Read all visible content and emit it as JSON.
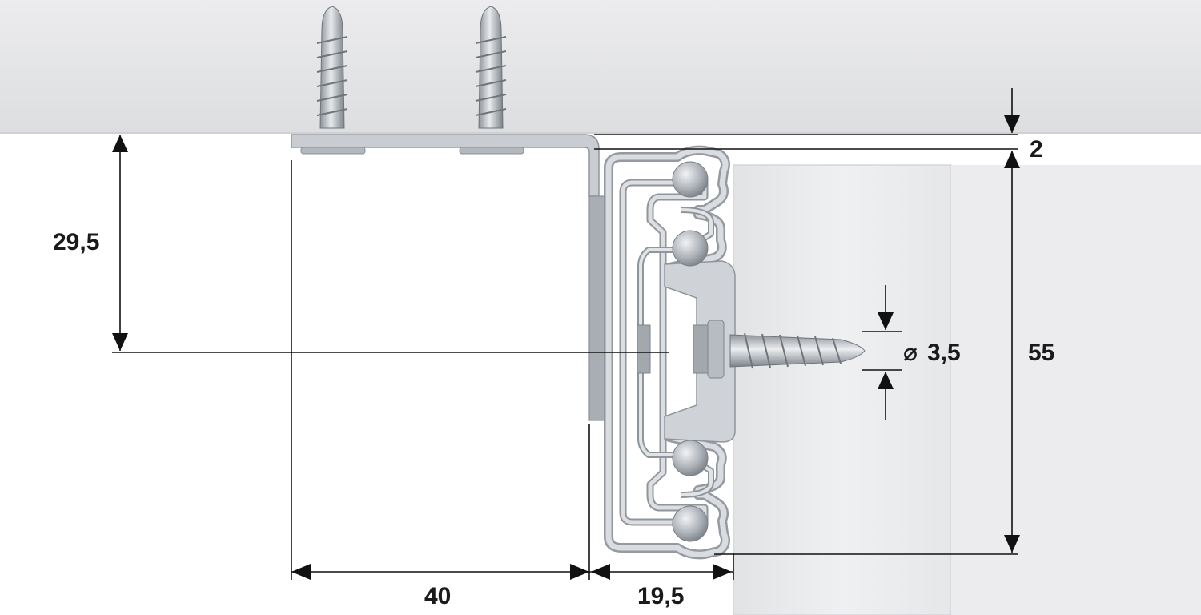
{
  "dimensions": {
    "top_gap": "2",
    "height_to_screw": "29,5",
    "slide_height": "55",
    "bracket_width": "40",
    "slide_width": "19,5",
    "screw_diameter": "3,5",
    "diameter_symbol": "⌀"
  },
  "colors": {
    "background": "#ffffff",
    "ceiling": "#e6e7e9",
    "drawer_panel": "#eaebed",
    "steel": "#c9ccd0",
    "steel_dark": "#9aa0a6",
    "ball": "#b9bec4",
    "line": "#111111"
  }
}
